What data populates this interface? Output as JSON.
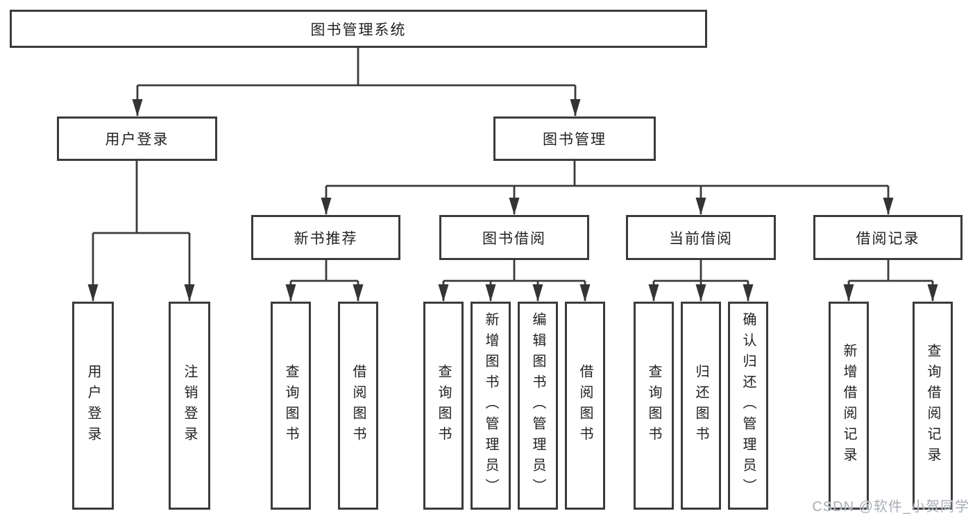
{
  "colors": {
    "line": "#3b3b3b",
    "box_border": "#3b3b3b",
    "text": "#222222",
    "watermark": "#a9aeb6",
    "background": "#ffffff"
  },
  "tree": {
    "root": {
      "label": "图书管理系统",
      "children": [
        {
          "label": "用户登录",
          "children": [
            {
              "label": "用户登录"
            },
            {
              "label": "注销登录"
            }
          ]
        },
        {
          "label": "图书管理",
          "children": [
            {
              "label": "新书推荐",
              "children": [
                {
                  "label": "查询图书"
                },
                {
                  "label": "借阅图书"
                }
              ]
            },
            {
              "label": "图书借阅",
              "children": [
                {
                  "label": "查询图书"
                },
                {
                  "label": "新增图书（管理员）"
                },
                {
                  "label": "编辑图书（管理员）"
                },
                {
                  "label": "借阅图书"
                }
              ]
            },
            {
              "label": "当前借阅",
              "children": [
                {
                  "label": "查询图书"
                },
                {
                  "label": "归还图书"
                },
                {
                  "label": "确认归还（管理员）"
                }
              ]
            },
            {
              "label": "借阅记录",
              "children": [
                {
                  "label": "新增借阅记录"
                },
                {
                  "label": "查询借阅记录"
                }
              ]
            }
          ]
        }
      ]
    }
  },
  "watermark": {
    "text": "CSDN @软件_小贺同学"
  }
}
